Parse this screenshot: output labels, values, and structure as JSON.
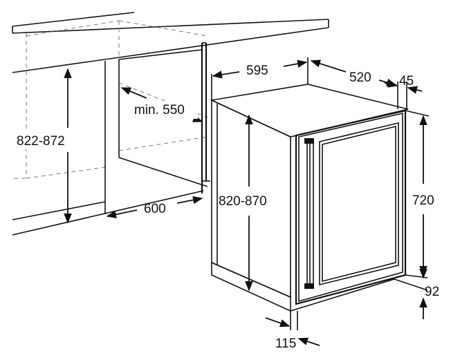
{
  "dimensions": {
    "cabinet_width": "595",
    "cabinet_depth": "520",
    "door_thickness": "45",
    "niche_height": "822-872",
    "min_depth": "min. 550",
    "niche_width": "600",
    "appliance_height": "820-870",
    "door_height": "720",
    "plinth_height": "92",
    "plinth_depth": "115"
  },
  "colors": {
    "line": "#111111",
    "hidden_line": "#777777",
    "background": "#ffffff"
  }
}
